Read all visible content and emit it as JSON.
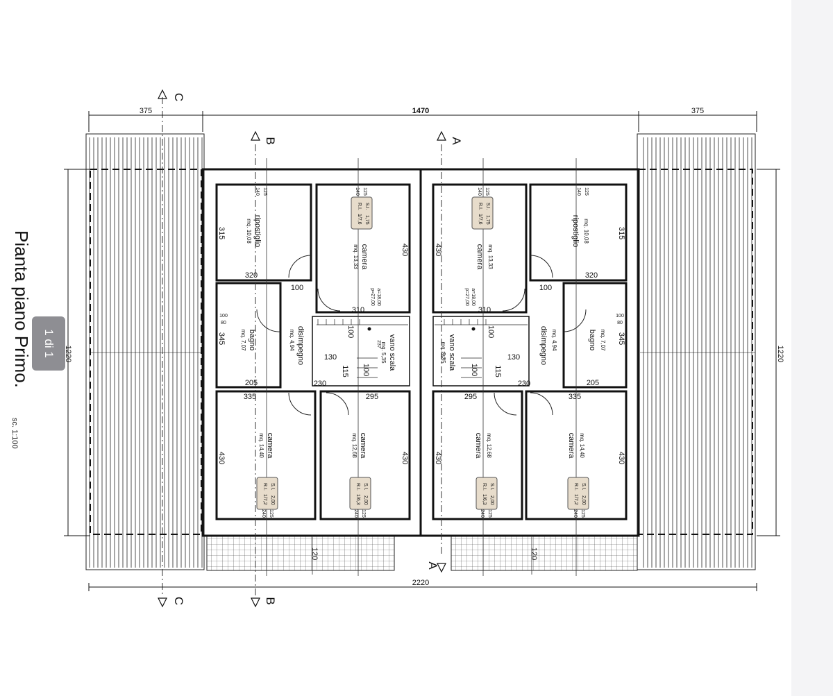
{
  "sheet": {
    "title": "Pianta piano Primo.",
    "scale": "sc. 1:100",
    "page_indicator": "1 di 1"
  },
  "dimensions": {
    "top_left": "375",
    "top_center": "1470",
    "top_right": "375",
    "bottom_total": "2220",
    "side_left": "1220",
    "side_right": "1220"
  },
  "sections": {
    "a": "A",
    "b": "B",
    "c": "C"
  },
  "rooms": {
    "ripostiglio": {
      "name": "ripostiglio",
      "area": "mq. 10,08",
      "w": "320",
      "h": "315"
    },
    "camera_top": {
      "name": "camera",
      "area": "mq. 13,33",
      "w": "310",
      "h": "430"
    },
    "bagno": {
      "name": "bagno",
      "area": "mq. 7,07",
      "w": "205",
      "h": "345"
    },
    "disimpegno": {
      "name": "disimpegno",
      "area": "mq. 4,94"
    },
    "camera_bl": {
      "name": "camera",
      "area": "mq. 14,40",
      "w": "335",
      "h": "430"
    },
    "camera_bc": {
      "name": "camera",
      "area": "mq. 12,68",
      "w": "295",
      "h": "430"
    },
    "vano_scala": {
      "name": "vano scala",
      "area": "mq. 5,35"
    }
  },
  "inner_dims": {
    "d100": "100",
    "d130": "130",
    "d115": "115",
    "d230": "230",
    "d120": "120",
    "d125": "125",
    "d140": "140",
    "d240": "240",
    "d80": "80",
    "d237": "237"
  },
  "labels": {
    "sill_top": "a=18,00",
    "sill_bottom": "p=27,00",
    "tag_a1": "S.I.",
    "tag_a2": "1,75",
    "tag_a3": "R.I.",
    "tag_a4": "1/7,6",
    "tag_b1": "S.I.",
    "tag_b2": "2,00",
    "tag_b3": "R.I.",
    "tag_b4": "1/7,2",
    "tag_c4": "1/6,3"
  }
}
